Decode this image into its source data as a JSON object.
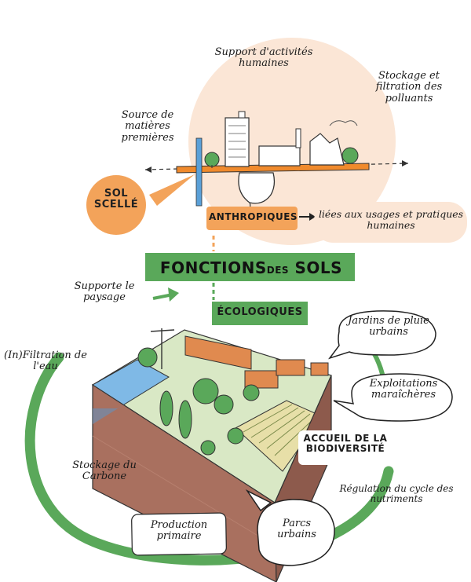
{
  "anthropic": {
    "support_activites": "Support d'activités humaines",
    "stockage_polluants": "Stockage et filtration des polluants",
    "source_matieres": "Source de matières premières",
    "sol_scelle": "SOL SCELLÉ",
    "anthropiques": "ANTHROPIQUES",
    "liees_usages": "liées aux usages et pratiques humaines"
  },
  "title": {
    "main": "FONCTIONS",
    "small": "DES",
    "end": "SOLS"
  },
  "ecological": {
    "label": "ÉCOLOGIQUES",
    "supporte_paysage": "Supporte le paysage",
    "infiltration": "(In)Filtration de l'eau",
    "jardins": "Jardins de pluie urbains",
    "exploitations": "Exploitations maraîchères",
    "accueil": "ACCUEIL DE LA BIODIVERSITÉ",
    "regulation": "Régulation du cycle des nutriments",
    "stockage_carbone": "Stockage du Carbone",
    "production": "Production primaire",
    "parcs": "Parcs urbains"
  },
  "colors": {
    "green": "#5aa85a",
    "orange": "#f3a35a",
    "peach_bg": "#fbe6d6",
    "soil": "#a9705f",
    "soil_dark": "#8d5a4c"
  }
}
